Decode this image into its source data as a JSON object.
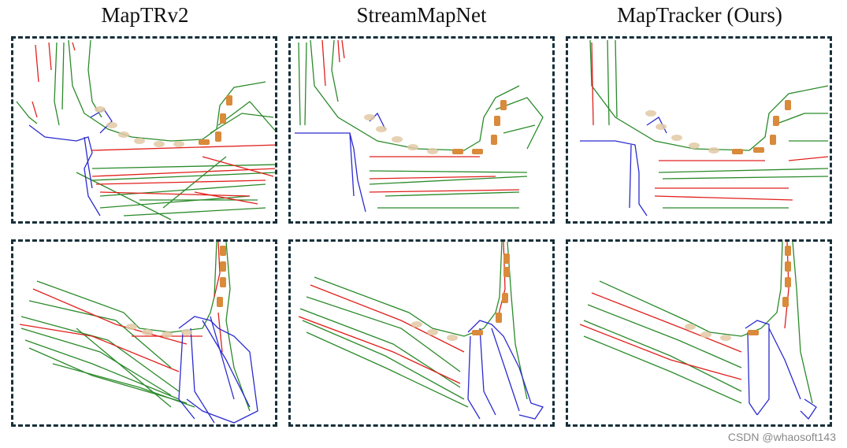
{
  "columns": [
    {
      "title": "MapTRv2"
    },
    {
      "title": "StreamMapNet"
    },
    {
      "title": "MapTracker (Ours)"
    }
  ],
  "colors": {
    "frame": "#17303a",
    "boundary": "#2a8a2a",
    "divider": "#e0201c",
    "crossing": "#2b2bd0",
    "vehicle": "#d98a3a"
  },
  "watermark": "CSDN @whaosoft143"
}
